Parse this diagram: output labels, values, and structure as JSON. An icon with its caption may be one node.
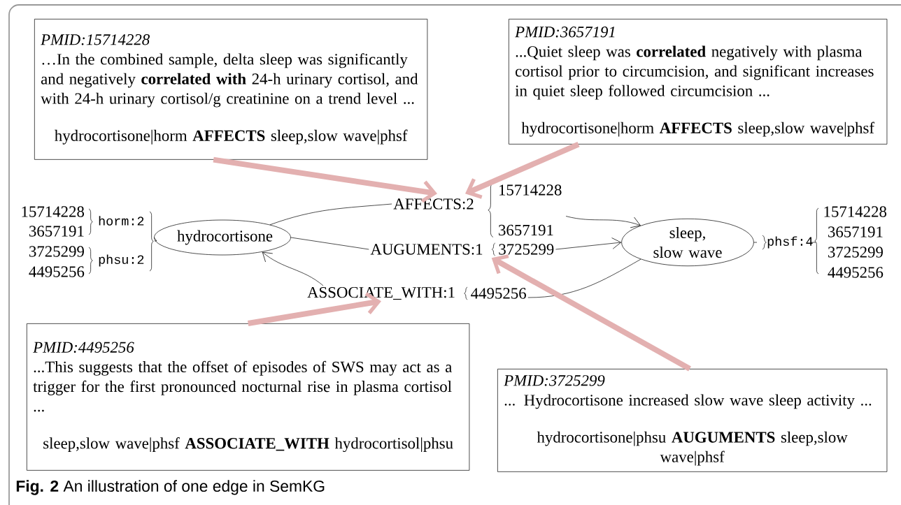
{
  "diagram": {
    "caption": "**Fig. 2** An illustration of one edge in SemKG",
    "nodes": [
      {
        "text": [
          "PMID:15714228",
          "…In the combined sample, delta sleep was significantly and negatively **correlated with** 24-h urinary cortisol, and with 24-h urinary cortisol/g creatinine on a trend level ...",
          "hydrocortisone|horm **AFFECTS** sleep,slow wave|phsf"
        ]
      },
      {
        "text": [
          "PMID:3657191",
          "...Quiet sleep was **correlated** negatively with plasma cortisol prior to circumcision, and significant increases in quiet sleep followed circumcision ...",
          "hydrocortisone|horm **AFFECTS** sleep,slow wave|phsf"
        ]
      },
      {
        "text": [
          "hydrocortisone"
        ]
      },
      {
        "text": [
          "sleep, slow wave"
        ]
      },
      {
        "text": [
          "PMID:4495256",
          "...This suggests that the offset of episodes of SWS may act as a trigger for the first pronounced nocturnal rise in plasma cortisol ...",
          "sleep,slow wave|phsf **ASSOCIATE_WITH** hydrocortisol|phsu"
        ]
      },
      {
        "text": [
          "PMID:3725299",
          "... Hydrocortisone increased slow wave sleep activity ...",
          "hydrocortisone|phsu **AUGUMENTS** sleep,slow wave|phsf"
        ]
      },
      {
        "text": [
          "AFFECTS:2",
          "15714228",
          "3657191"
        ]
      },
      {
        "text": [
          "AUGUMENTS:1",
          "3725299"
        ]
      },
      {
        "text": [
          "ASSOCIATE_WITH:1",
          "4495256"
        ]
      }
    ],
    "edges": [
      {
        "from": 2,
        "to": 6,
        "arrow": "none"
      },
      {
        "from": 6,
        "to": 3,
        "arrow": "to"
      },
      {
        "from": 2,
        "to": 7,
        "arrow": "none"
      },
      {
        "from": 7,
        "to": 3,
        "arrow": "to"
      },
      {
        "from": 3,
        "to": 8,
        "arrow": "none"
      },
      {
        "from": 8,
        "to": 2,
        "arrow": "to"
      },
      {
        "from": 0,
        "to": 6,
        "arrow": "to",
        "style": "thick",
        "color": "#e3b0b0"
      },
      {
        "from": 1,
        "to": 6,
        "arrow": "to",
        "style": "thick",
        "color": "#e3b0b0"
      },
      {
        "from": 4,
        "to": 8,
        "arrow": "to",
        "style": "thick",
        "color": "#e3b0b0"
      },
      {
        "from": 5,
        "to": 7,
        "arrow": "to",
        "style": "thick",
        "color": "#e3b0b0"
      }
    ],
    "labels": [
      "15714228",
      "horm:2",
      "3657191",
      "3725299",
      "phsu:2",
      "4495256",
      "phsf:4",
      "15714228",
      "3657191",
      "3725299",
      "4495256"
    ]
  }
}
